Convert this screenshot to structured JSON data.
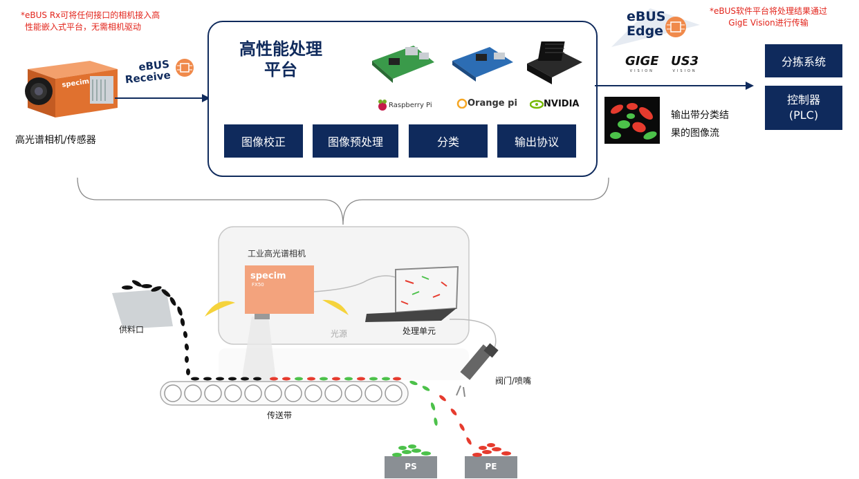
{
  "left_note": [
    "*eBUS  Rx可将任何接口的相机接入高",
    "性能嵌入式平台，无需相机驱动"
  ],
  "camera_label": "高光谱相机/传感器",
  "ebus_receive": [
    "eBUS",
    "Receive"
  ],
  "platform": {
    "title": [
      "高性能处理",
      "平台"
    ],
    "boards": [
      "Raspberry Pi",
      "Orange pi",
      "NVIDIA"
    ],
    "functions": [
      "图像校正",
      "图像预处理",
      "分类",
      "输出协议"
    ]
  },
  "ebus_edge": [
    "eBUS",
    "Edge"
  ],
  "right_note": [
    "*eBUS软件平台将处理结果通过",
    "GigE Vision进行传输"
  ],
  "protocols": [
    "GIGE",
    "VISION",
    "US3",
    "VISION"
  ],
  "output_label": [
    "输出带分类结",
    "果的图像流"
  ],
  "targets": [
    "分拣系统",
    "控制器\n(PLC)"
  ],
  "scene": {
    "camera_title": "工业高光谱相机",
    "camera_brand": "specim",
    "camera_model": "FX50",
    "light": "光源",
    "processing": "处理单元",
    "feeder": "供料口",
    "valve": "阀门/喷嘴",
    "conveyor": "传送带",
    "bins": [
      "PS",
      "PE"
    ]
  },
  "colors": {
    "navy": "#0f2a5c",
    "red_note": "#e2231a",
    "orange": "#f08a4b",
    "green": "#7cc242",
    "red": "#e63b2e"
  }
}
